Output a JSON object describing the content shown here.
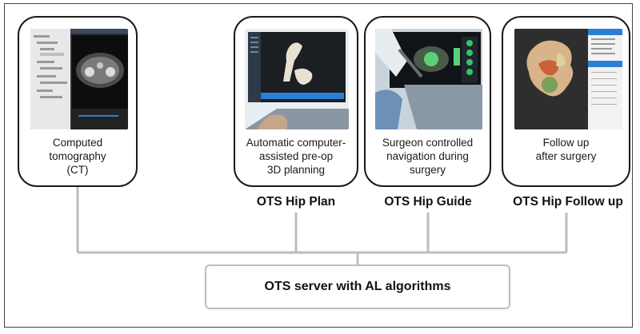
{
  "modules": [
    {
      "caption": "Computed tomography\n(CT)",
      "label": ""
    },
    {
      "caption": "Automatic computer-\nassisted pre-op\n3D planning",
      "label": "OTS Hip Plan"
    },
    {
      "caption": "Surgeon controlled\nnavigation during\nsurgery",
      "label": "OTS Hip Guide"
    },
    {
      "caption": "Follow up\nafter surgery",
      "label": "OTS Hip Follow up"
    }
  ],
  "server": {
    "label": "OTS server with AL algorithms"
  },
  "colors": {
    "connector": "#bdbdbd",
    "card_border": "#1a1a1a",
    "screen_dark": "#1b1e22",
    "bone": "#d9b38a",
    "ui_blue": "#2a7fd4"
  }
}
